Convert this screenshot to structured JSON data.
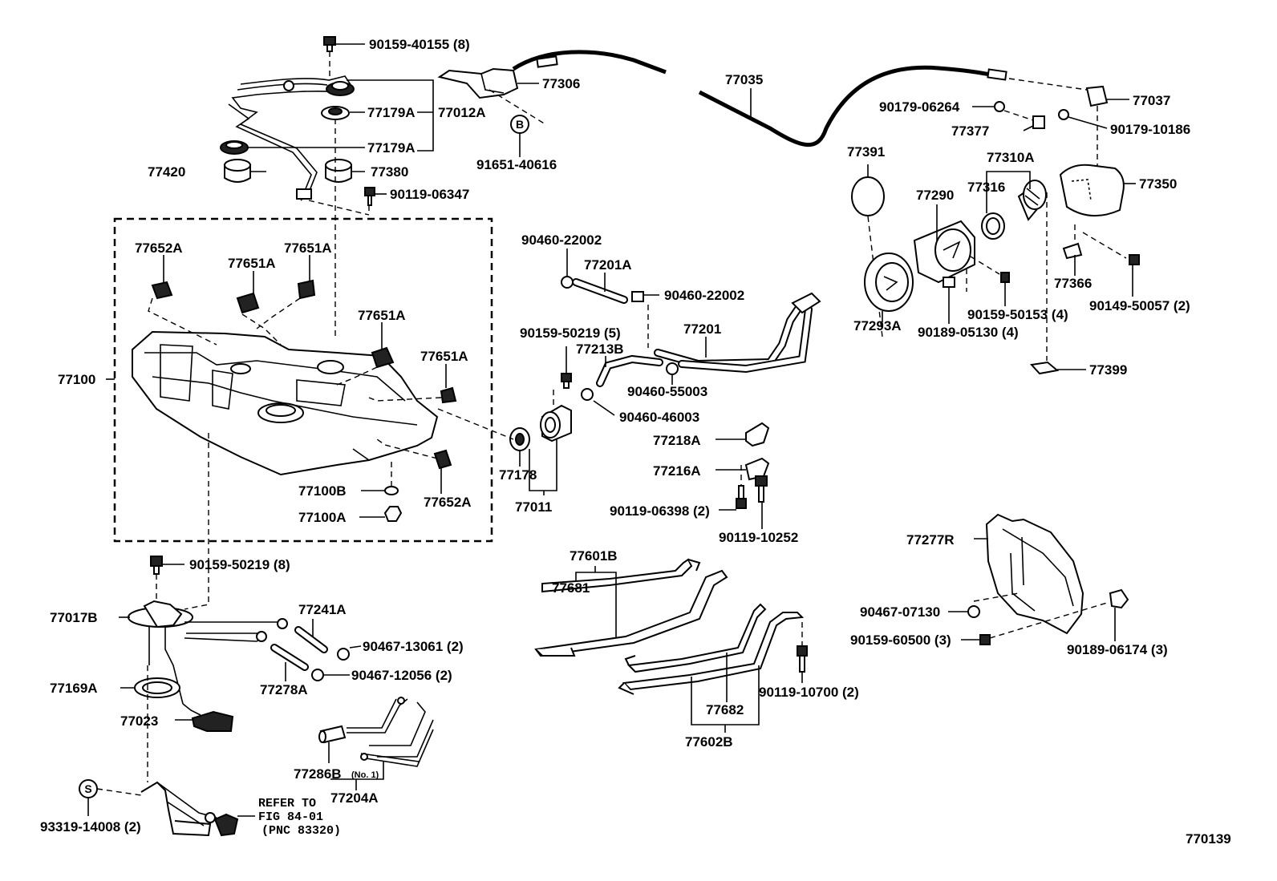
{
  "diagram_id": "770139",
  "refer_note": {
    "line1": "REFER TO",
    "line2": "FIG 84-01",
    "line3": "(PNC 83320)"
  },
  "markers": {
    "b": "B",
    "s": "S"
  },
  "labels": {
    "p90159_40155": "90159-40155 (8)",
    "p77306": "77306",
    "p77035": "77035",
    "p77037": "77037",
    "p77179A_a": "77179A",
    "p77012A": "77012A",
    "p77179A_b": "77179A",
    "p91651_40616": "91651-40616",
    "p77420": "77420",
    "p77380": "77380",
    "p90119_06347": "90119-06347",
    "p90179_06264": "90179-06264",
    "p77377": "77377",
    "p90179_10186": "90179-10186",
    "p77391": "77391",
    "p77310A": "77310A",
    "p77290": "77290",
    "p77316": "77316",
    "p77350": "77350",
    "p77652A_a": "77652A",
    "p77651A_a": "77651A",
    "p77651A_b": "77651A",
    "p77651A_c": "77651A",
    "p77651A_d": "77651A",
    "p77100": "77100",
    "p77100B": "77100B",
    "p77100A": "77100A",
    "p77652A_b": "77652A",
    "p90460_22002_a": "90460-22002",
    "p77201A": "77201A",
    "p90460_22002_b": "90460-22002",
    "p90159_50219_5": "90159-50219 (5)",
    "p77201": "77201",
    "p77213B": "77213B",
    "p90460_55003": "90460-55003",
    "p90460_46003": "90460-46003",
    "p77178": "77178",
    "p77011": "77011",
    "p77218A": "77218A",
    "p77216A": "77216A",
    "p90119_06398": "90119-06398 (2)",
    "p90119_10252": "90119-10252",
    "p77366": "77366",
    "p90149_50057": "90149-50057 (2)",
    "p77293A": "77293A",
    "p90159_50153": "90159-50153 (4)",
    "p90189_05130": "90189-05130 (4)",
    "p77399": "77399",
    "p77277R": "77277R",
    "p90467_07130": "90467-07130",
    "p90159_60500": "90159-60500 (3)",
    "p90189_06174": "90189-06174 (3)",
    "p90159_50219_8": "90159-50219 (8)",
    "p77017B": "77017B",
    "p77241A": "77241A",
    "p90467_13061": "90467-13061 (2)",
    "p90467_12056": "90467-12056 (2)",
    "p77278A": "77278A",
    "p77169A": "77169A",
    "p77023": "77023",
    "p77286B": "77286B",
    "p77286B_no": "(No. 1)",
    "p77204A": "77204A",
    "p93319_14008": "93319-14008 (2)",
    "p77601B": "77601B",
    "p77681": "77681",
    "p77682": "77682",
    "p77602B": "77602B",
    "p90119_10700": "90119-10700 (2)"
  }
}
